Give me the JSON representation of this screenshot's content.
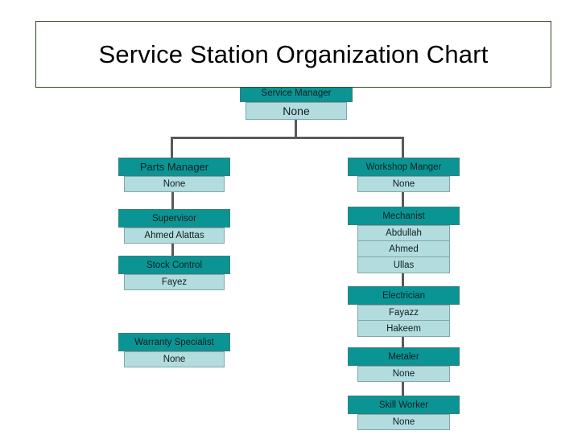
{
  "title": "Service Station Organization Chart",
  "colors": {
    "header_fill": "#0b9494",
    "name_fill": "#b3dcdf",
    "connector": "#5a5a5a",
    "title_border": "#2d4a22",
    "page_background": "#ffffff"
  },
  "chart_data": {
    "type": "org-chart",
    "title": "Service Station Organization Chart",
    "root": {
      "role": "Service Manager",
      "names": [
        "None"
      ]
    },
    "branches": [
      {
        "side": "left",
        "nodes": [
          {
            "role": "Parts Manager",
            "names": [
              "None"
            ]
          },
          {
            "role": "Supervisor",
            "names": [
              "Ahmed Alattas"
            ]
          },
          {
            "role": "Stock Control",
            "names": [
              "Fayez"
            ]
          },
          {
            "role": "Warranty Specialist",
            "names": [
              "None"
            ]
          }
        ]
      },
      {
        "side": "right",
        "nodes": [
          {
            "role": "Workshop Manger",
            "names": [
              "None"
            ]
          },
          {
            "role": "Mechanist",
            "names": [
              "Abdullah",
              "Ahmed",
              "Ullas"
            ]
          },
          {
            "role": "Electrician",
            "names": [
              "Fayazz",
              "Hakeem"
            ]
          },
          {
            "role": "Metaler",
            "names": [
              "None"
            ]
          },
          {
            "role": "Skill Worker",
            "names": [
              "None"
            ]
          }
        ]
      }
    ]
  },
  "nodes": {
    "service_manager": {
      "role": "Service Manager",
      "name_1": "None"
    },
    "parts_manager": {
      "role": "Parts Manager",
      "name_1": "None"
    },
    "supervisor": {
      "role": "Supervisor",
      "name_1": "Ahmed Alattas"
    },
    "stock_control": {
      "role": "Stock Control",
      "name_1": "Fayez"
    },
    "warranty_specialist": {
      "role": "Warranty Specialist",
      "name_1": "None"
    },
    "workshop_manger": {
      "role": "Workshop Manger",
      "name_1": "None"
    },
    "mechanist": {
      "role": "Mechanist",
      "name_1": "Abdullah",
      "name_2": "Ahmed",
      "name_3": "Ullas"
    },
    "electrician": {
      "role": "Electrician",
      "name_1": "Fayazz",
      "name_2": "Hakeem"
    },
    "metaler": {
      "role": "Metaler",
      "name_1": "None"
    },
    "skill_worker": {
      "role": "Skill Worker",
      "name_1": "None"
    }
  }
}
